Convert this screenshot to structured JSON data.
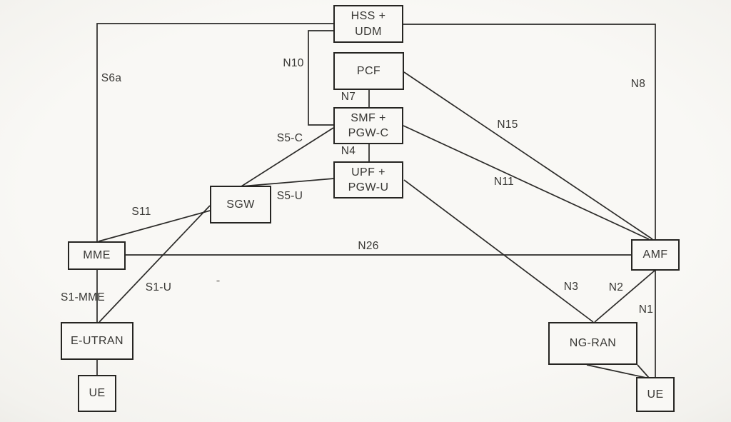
{
  "diagram": {
    "description": "EPC and 5GC interworking network architecture diagram",
    "nodes": {
      "hss_udm": {
        "label": "HSS +\nUDM"
      },
      "pcf": {
        "label": "PCF"
      },
      "smf_pgwc": {
        "label": "SMF +\nPGW-C"
      },
      "upf_pgwu": {
        "label": "UPF +\nPGW-U"
      },
      "sgw": {
        "label": "SGW"
      },
      "mme": {
        "label": "MME"
      },
      "amf": {
        "label": "AMF"
      },
      "eutran": {
        "label": "E-UTRAN"
      },
      "ngran": {
        "label": "NG-RAN"
      },
      "ue_4g": {
        "label": "UE"
      },
      "ue_5g": {
        "label": "UE"
      }
    },
    "interfaces": {
      "s6a": "S6a",
      "n10": "N10",
      "n7": "N7",
      "n8": "N8",
      "s5c": "S5-C",
      "n4": "N4",
      "n15": "N15",
      "n11": "N11",
      "s5u": "S5-U",
      "s11": "S11",
      "n26": "N26",
      "s1mme": "S1-MME",
      "s1u": "S1-U",
      "n3": "N3",
      "n2": "N2",
      "n1": "N1"
    },
    "colors": {
      "line": "#2b2a28",
      "box_border": "#262522",
      "text": "#383734",
      "background": "#f7f6f3"
    }
  }
}
